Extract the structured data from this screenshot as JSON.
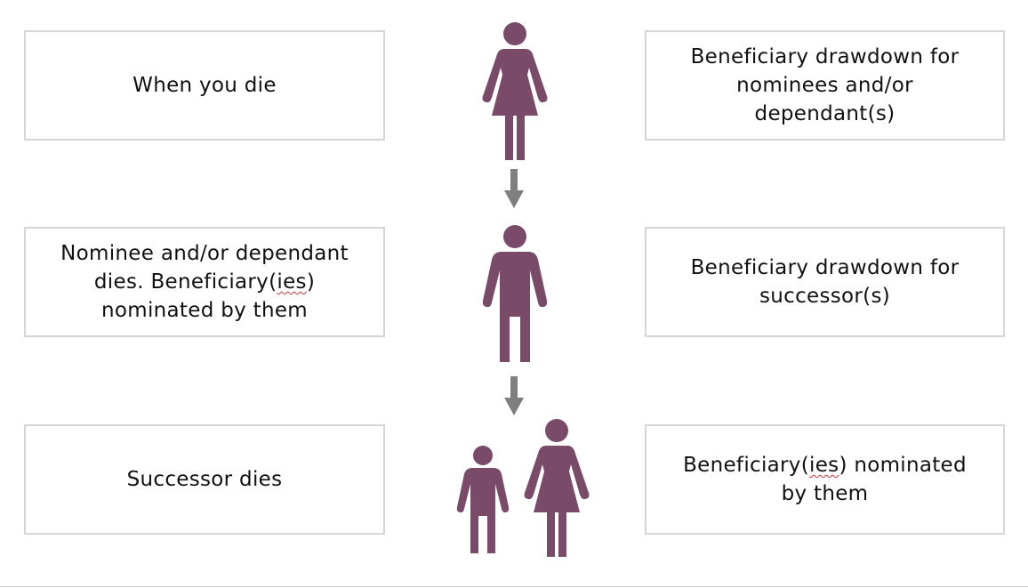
{
  "colors": {
    "figure": "#7a4b68",
    "arrow": "#7f7f7f",
    "box_border": "#d6d6d6",
    "spellcheck_underline": "#cc3333"
  },
  "rows": [
    {
      "left_text": "When you die",
      "right_text": "Beneficiary drawdown for\nnominees and/or\ndependant(s)",
      "icon": "woman-icon"
    },
    {
      "left_pre": "Nominee and/or dependant\ndies. Beneficiary(",
      "left_flag": "ies",
      "left_post": ")\nnominated by them",
      "right_text": "Beneficiary drawdown for\nsuccessor(s)",
      "icon": "man-icon"
    },
    {
      "left_text": "Successor dies",
      "right_pre": "Beneficiary(",
      "right_flag": "ies",
      "right_post": ") nominated\nby them",
      "icon": "child-and-woman-icon"
    }
  ],
  "arrows": [
    "down-arrow-icon",
    "down-arrow-icon"
  ]
}
